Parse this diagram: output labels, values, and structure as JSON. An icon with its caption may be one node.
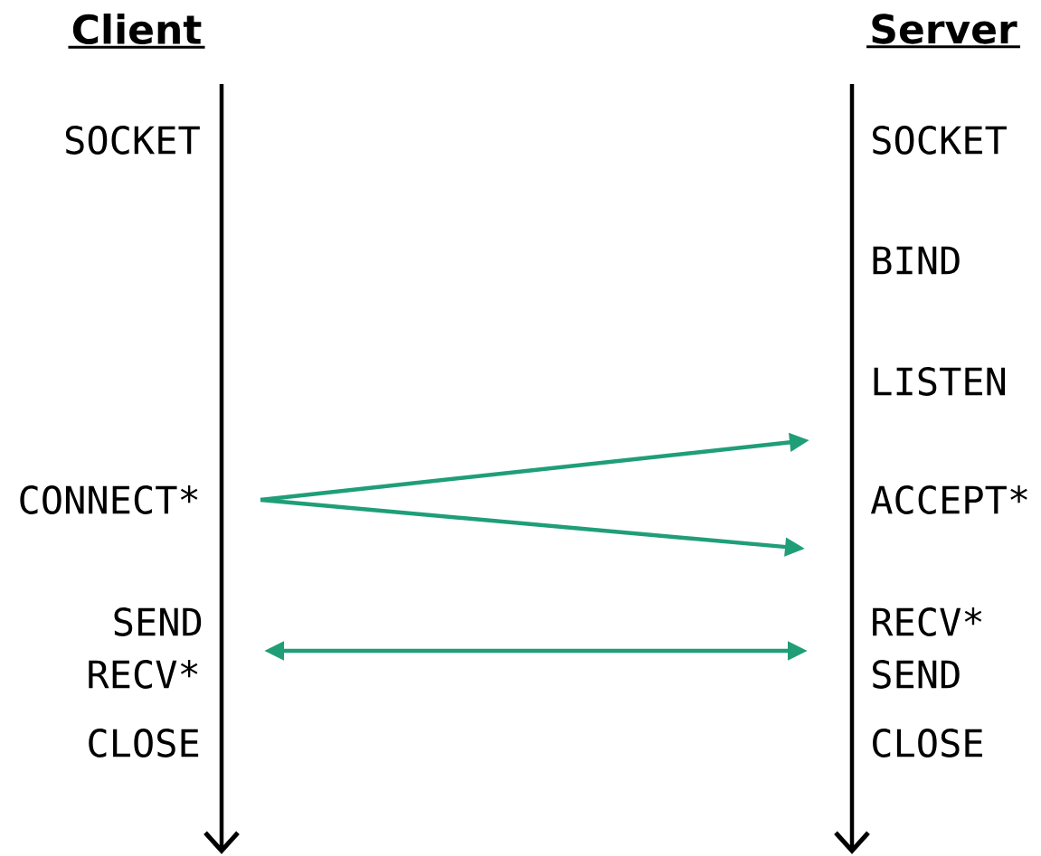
{
  "diagram": {
    "nodes": [
      {
        "text": [
          "Client"
        ]
      },
      {
        "text": [
          "Server"
        ]
      },
      {
        "text": [
          "SOCKET"
        ]
      },
      {
        "text": [
          "CONNECT*"
        ]
      },
      {
        "text": [
          "SEND"
        ]
      },
      {
        "text": [
          "RECV*"
        ]
      },
      {
        "text": [
          "CLOSE"
        ]
      },
      {
        "text": [
          "SOCKET"
        ]
      },
      {
        "text": [
          "BIND"
        ]
      },
      {
        "text": [
          "LISTEN"
        ]
      },
      {
        "text": [
          "ACCEPT*"
        ]
      },
      {
        "text": [
          "RECV*"
        ]
      },
      {
        "text": [
          "SEND"
        ]
      },
      {
        "text": [
          "CLOSE"
        ]
      }
    ],
    "edges": [
      {
        "from": 0,
        "to": null,
        "arrow": "to",
        "color": "#000000"
      },
      {
        "from": 1,
        "to": null,
        "arrow": "to",
        "color": "#000000"
      },
      {
        "from": 3,
        "to": null,
        "arrow": "to"
      },
      {
        "from": 3,
        "to": null,
        "arrow": "to"
      },
      {
        "from": 4,
        "to": 11,
        "arrow": "both"
      }
    ]
  }
}
